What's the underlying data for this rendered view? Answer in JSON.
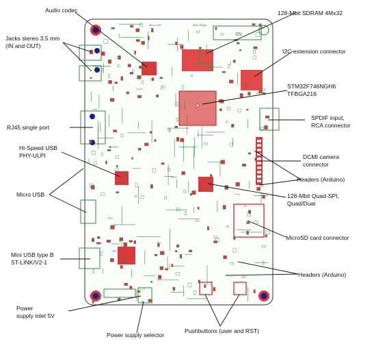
{
  "labels": {
    "audio_codec": "Audio codec",
    "jacks": "Jacks stereo 3.5 mm\n(IN and OUT)",
    "rj45": "RJ45 single port",
    "usb_phy": "Hi-Speed USB\nPHY-ULPI",
    "micro_usb": "Micro USB",
    "mini_usb": "Mini USB type B\nST-LINK/V2-1",
    "power_inlet": "Power\nsupply inlet 5V",
    "power_selector": "Power supply selector",
    "pushbuttons": "Pushbuttons (user and RST)",
    "sdram": "128-Mbit SDRAM 4Mx32",
    "i2c": "I2C extension connector",
    "mcu": "STM32F746NGH6\nTFBGA216",
    "spdif": "SPDIF input,\nRCA connector",
    "dcmi": "DCMI camera\nconnector",
    "headers_top": "Headers (Arduino)",
    "qspi": "128-Mbit Quad-SPI,\nQuad/Dual",
    "microsd": "MicroSD card connector",
    "headers_bottom": "Headers (Arduino)"
  },
  "board": {
    "silk_left": "Micro Left",
    "silk_right": "Micro Right",
    "sn": "SN"
  },
  "colors": {
    "board_outline": "#555555",
    "trace": "#2e8b3e",
    "pad": "#d63a3a",
    "hole": "#1a1f8c",
    "leader": "#111111"
  }
}
